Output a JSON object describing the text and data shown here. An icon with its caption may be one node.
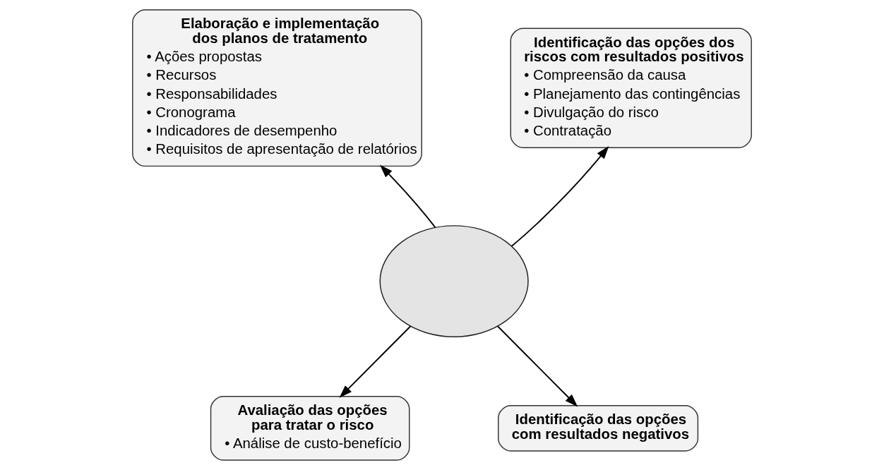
{
  "diagram": {
    "nodes": [
      {
        "text": [
          "Elaboração e implementação dos planos de tratamento",
          "• Ações propostas",
          "• Recursos",
          "• Responsabilidades",
          "• Cronograma",
          "• Indicadores de desempenho",
          "• Requisitos de apresentação de relatórios"
        ]
      },
      {
        "text": [
          "Identificação das opções dos riscos com resultados positivos",
          "• Compreensão da causa",
          "• Planejamento das contingências",
          "• Divulgação do risco",
          "• Contratação"
        ]
      },
      {
        "text": [],
        "shape": "ellipse"
      },
      {
        "text": [
          "Avaliação das opções para tratar o risco",
          "• Análise de custo-benefício"
        ]
      },
      {
        "text": [
          "Identificação das opções com resultados negativos"
        ]
      }
    ],
    "edges": [
      {
        "from": 2,
        "to": 0,
        "arrow": "to"
      },
      {
        "from": 2,
        "to": 1,
        "arrow": "to"
      },
      {
        "from": 2,
        "to": 3,
        "arrow": "to"
      },
      {
        "from": 2,
        "to": 4,
        "arrow": "to"
      }
    ]
  }
}
